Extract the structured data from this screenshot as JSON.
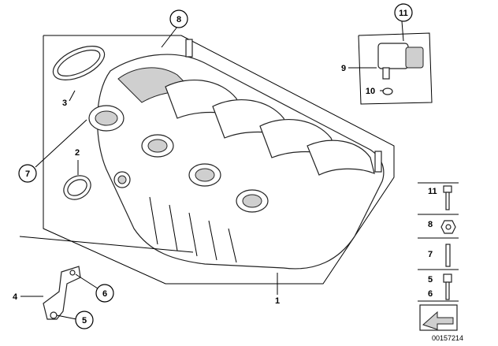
{
  "callouts": {
    "c1": "1",
    "c2": "2",
    "c3": "3",
    "c4": "4",
    "c5": "5",
    "c6": "6",
    "c7": "7",
    "c8": "8",
    "c9": "9",
    "c10": "10",
    "c11": "11"
  },
  "legend": {
    "items": [
      {
        "label": "11"
      },
      {
        "label": "8"
      },
      {
        "label": "7"
      },
      {
        "label": "5"
      },
      {
        "label": "6"
      }
    ]
  },
  "reference_number": "00157214"
}
